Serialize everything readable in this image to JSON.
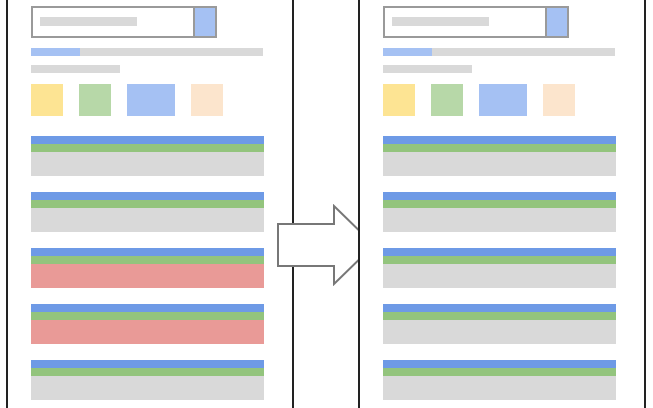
{
  "colors": {
    "panel_border": "#222222",
    "field_border": "#9a9a9a",
    "placeholder_gray": "#d9d9d9",
    "accent_blue": "#a5c1f3",
    "header_blue": "#6e9ae6",
    "header_green": "#93c47d",
    "body_gray": "#d9d9d9",
    "body_highlight_red": "#e99a97",
    "arrow_stroke": "#777777",
    "arrow_fill": "#ffffff"
  },
  "panels": [
    {
      "id": "before",
      "progress_fraction": 0.21,
      "chips": [
        {
          "color": "#fde493"
        },
        {
          "color": "#b7d8a8"
        },
        {
          "color": "#a5c1f3"
        },
        {
          "color": "#fce5cd"
        }
      ],
      "list_items": [
        {
          "highlighted": false
        },
        {
          "highlighted": false
        },
        {
          "highlighted": true
        },
        {
          "highlighted": true
        },
        {
          "highlighted": false
        }
      ]
    },
    {
      "id": "after",
      "progress_fraction": 0.21,
      "chips": [
        {
          "color": "#fde493"
        },
        {
          "color": "#b7d8a8"
        },
        {
          "color": "#a5c1f3"
        },
        {
          "color": "#fce5cd"
        }
      ],
      "list_items": [
        {
          "highlighted": false
        },
        {
          "highlighted": false
        },
        {
          "highlighted": false
        },
        {
          "highlighted": false
        },
        {
          "highlighted": false
        }
      ]
    }
  ],
  "arrow": {
    "direction": "right",
    "icon": "right-arrow-icon"
  }
}
